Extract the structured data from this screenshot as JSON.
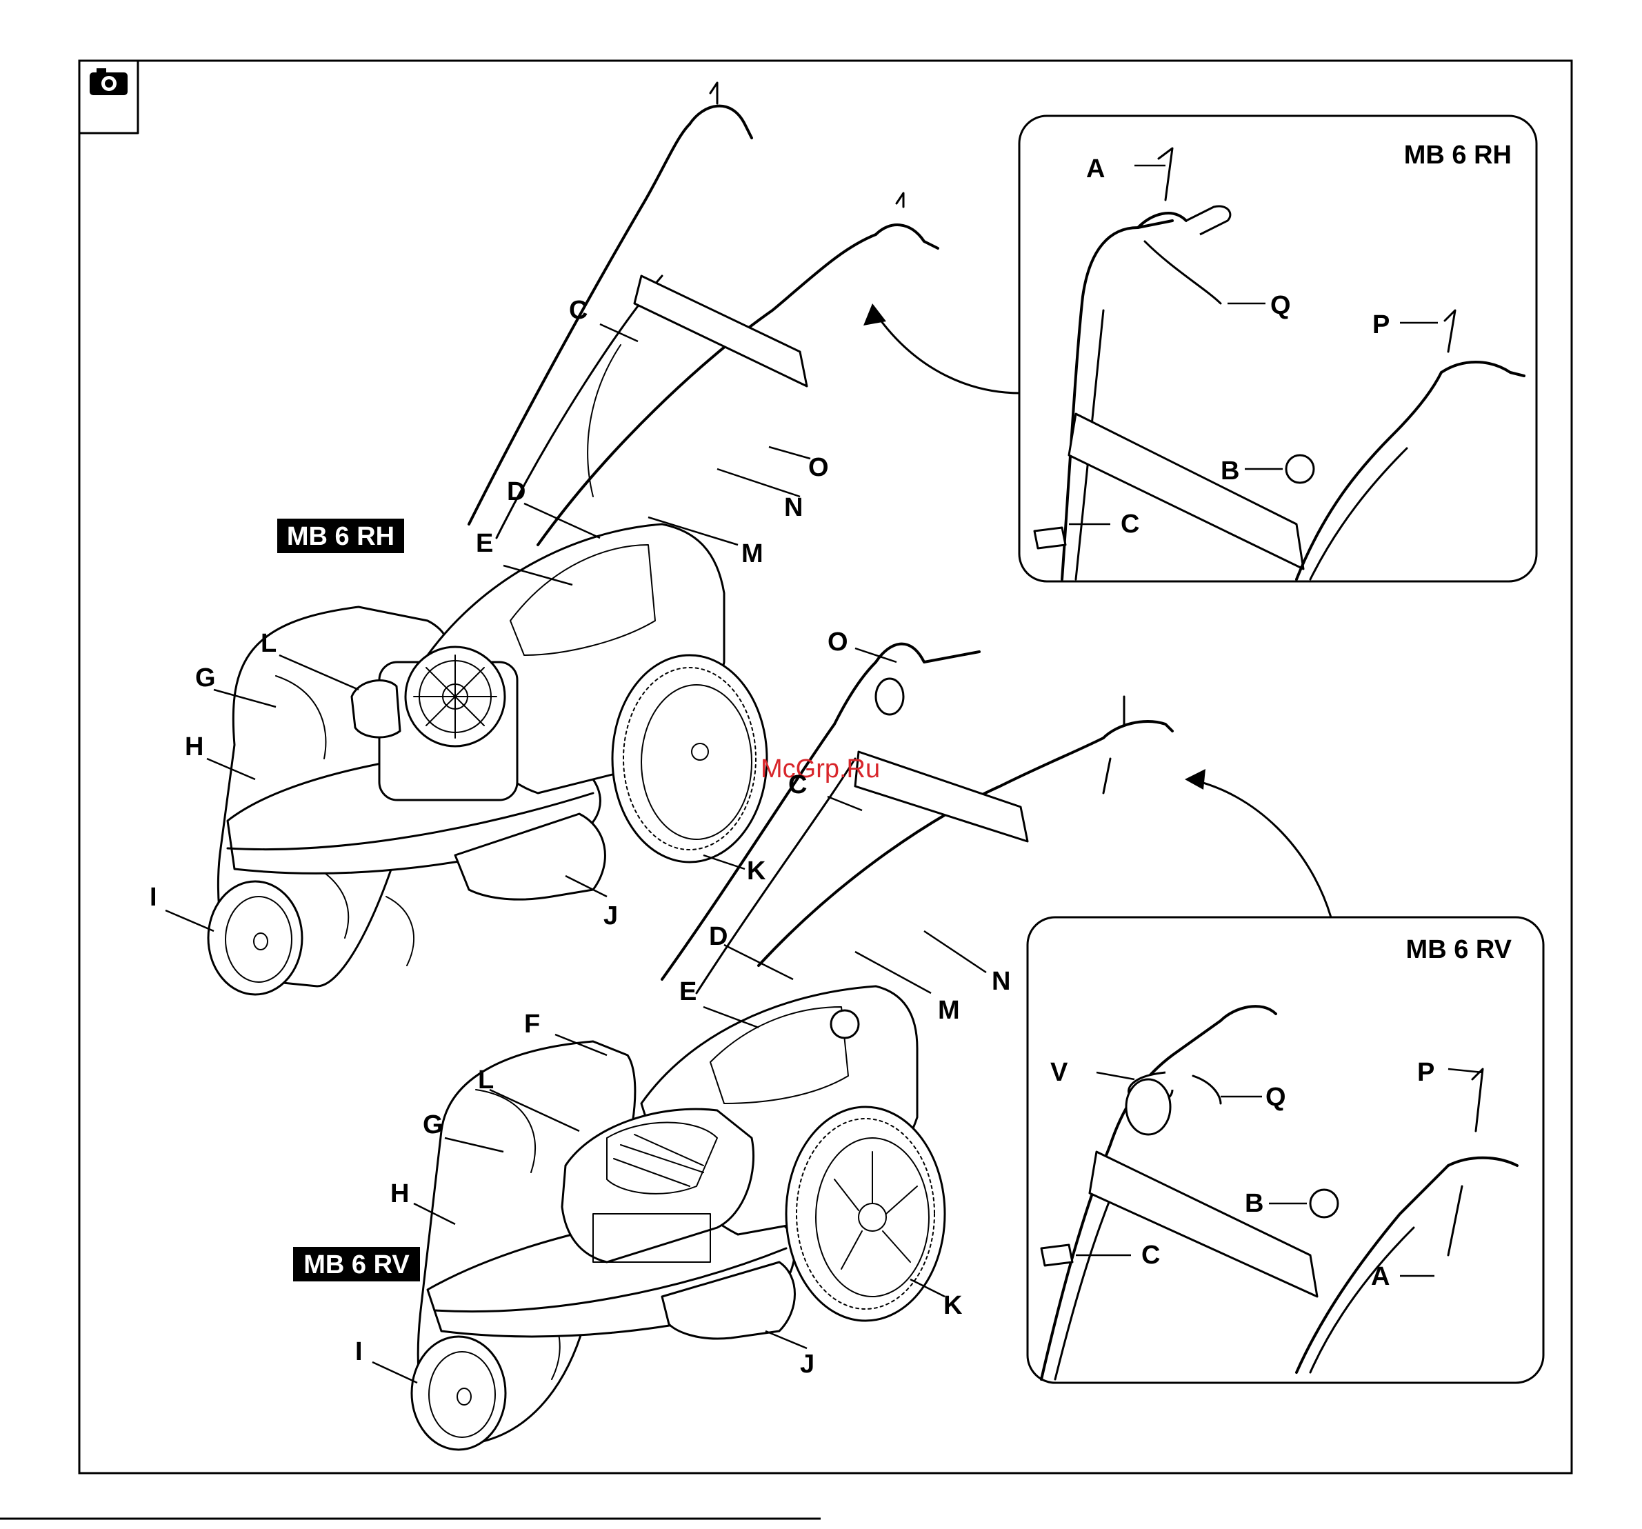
{
  "models": {
    "rh": "MB 6 RH",
    "rv": "MB 6 RV"
  },
  "watermark": "McGrp.Ru",
  "icons": {
    "camera": "camera-icon"
  },
  "labels": {
    "A": "A",
    "B": "B",
    "C": "C",
    "D": "D",
    "E": "E",
    "F": "F",
    "G": "G",
    "H": "H",
    "I": "I",
    "J": "J",
    "K": "K",
    "L": "L",
    "M": "M",
    "N": "N",
    "O": "O",
    "P": "P",
    "Q": "Q",
    "V": "V"
  },
  "colors": {
    "ink": "#000000",
    "paper": "#ffffff",
    "watermark": "#d8262b"
  }
}
